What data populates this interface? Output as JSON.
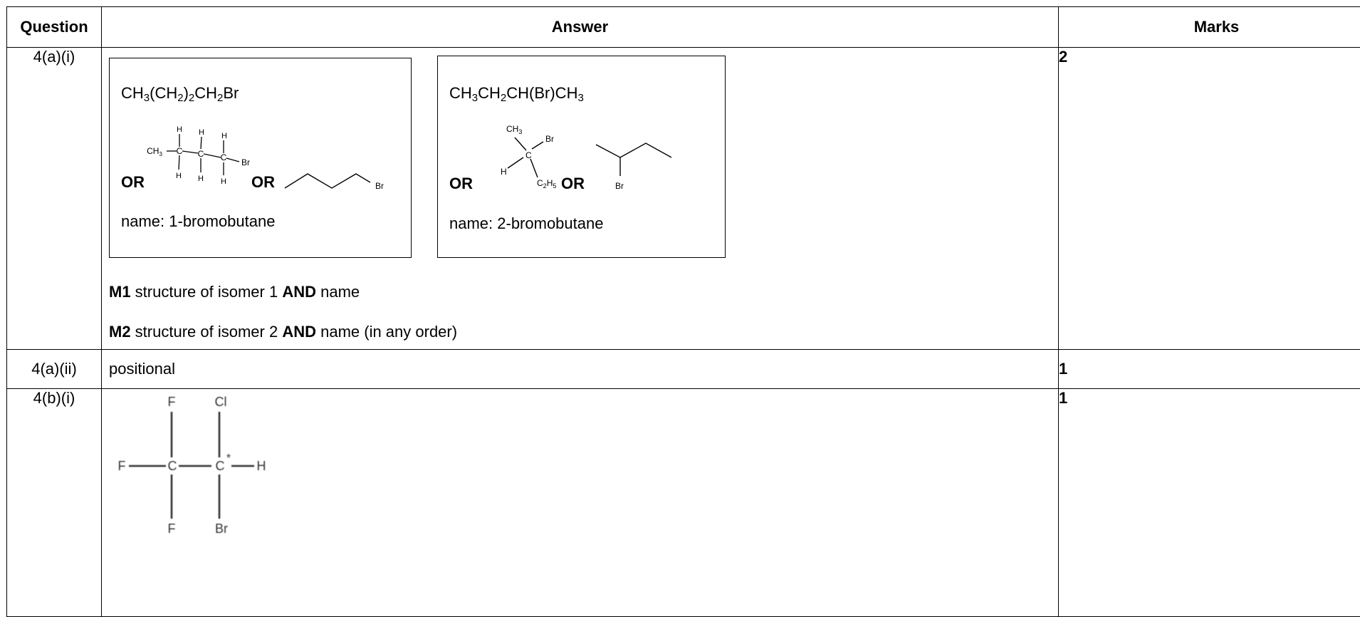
{
  "headers": {
    "question": "Question",
    "answer": "Answer",
    "marks": "Marks"
  },
  "rows": [
    {
      "question": "4(a)(i)",
      "marks": "2",
      "isomer1": {
        "formula": [
          "CH",
          "3",
          "(CH",
          "2",
          ")",
          "2",
          "CH",
          "2",
          "Br"
        ],
        "or": "OR",
        "name": "name: 1-bromobutane"
      },
      "isomer2": {
        "formula": [
          "CH",
          "3",
          "CH",
          "2",
          "CH(Br)CH",
          "3"
        ],
        "or": "OR",
        "name": "name: 2-bromobutane"
      },
      "m1": {
        "label": "M1",
        "text1": " structure of isomer 1 ",
        "and": "AND",
        "text2": " name"
      },
      "m2": {
        "label": "M2",
        "text1": " structure of isomer 2 ",
        "and": "AND",
        "text2": " name (in any order)"
      },
      "diagram_labels": {
        "h": "H",
        "c": "C",
        "br": "Br",
        "ch3": "CH",
        "ch3_sub": "3",
        "c2h5_c": "C",
        "c2h5_sub2": "2",
        "c2h5_h": "H",
        "c2h5_sub5": "5"
      }
    },
    {
      "question": "4(a)(ii)",
      "marks": "1",
      "answer": "positional"
    },
    {
      "question": "4(b)(i)",
      "marks": "1",
      "diagram_labels": {
        "f": "F",
        "c": "C",
        "cl": "Cl",
        "br": "Br",
        "h": "H",
        "star": "*"
      }
    }
  ]
}
